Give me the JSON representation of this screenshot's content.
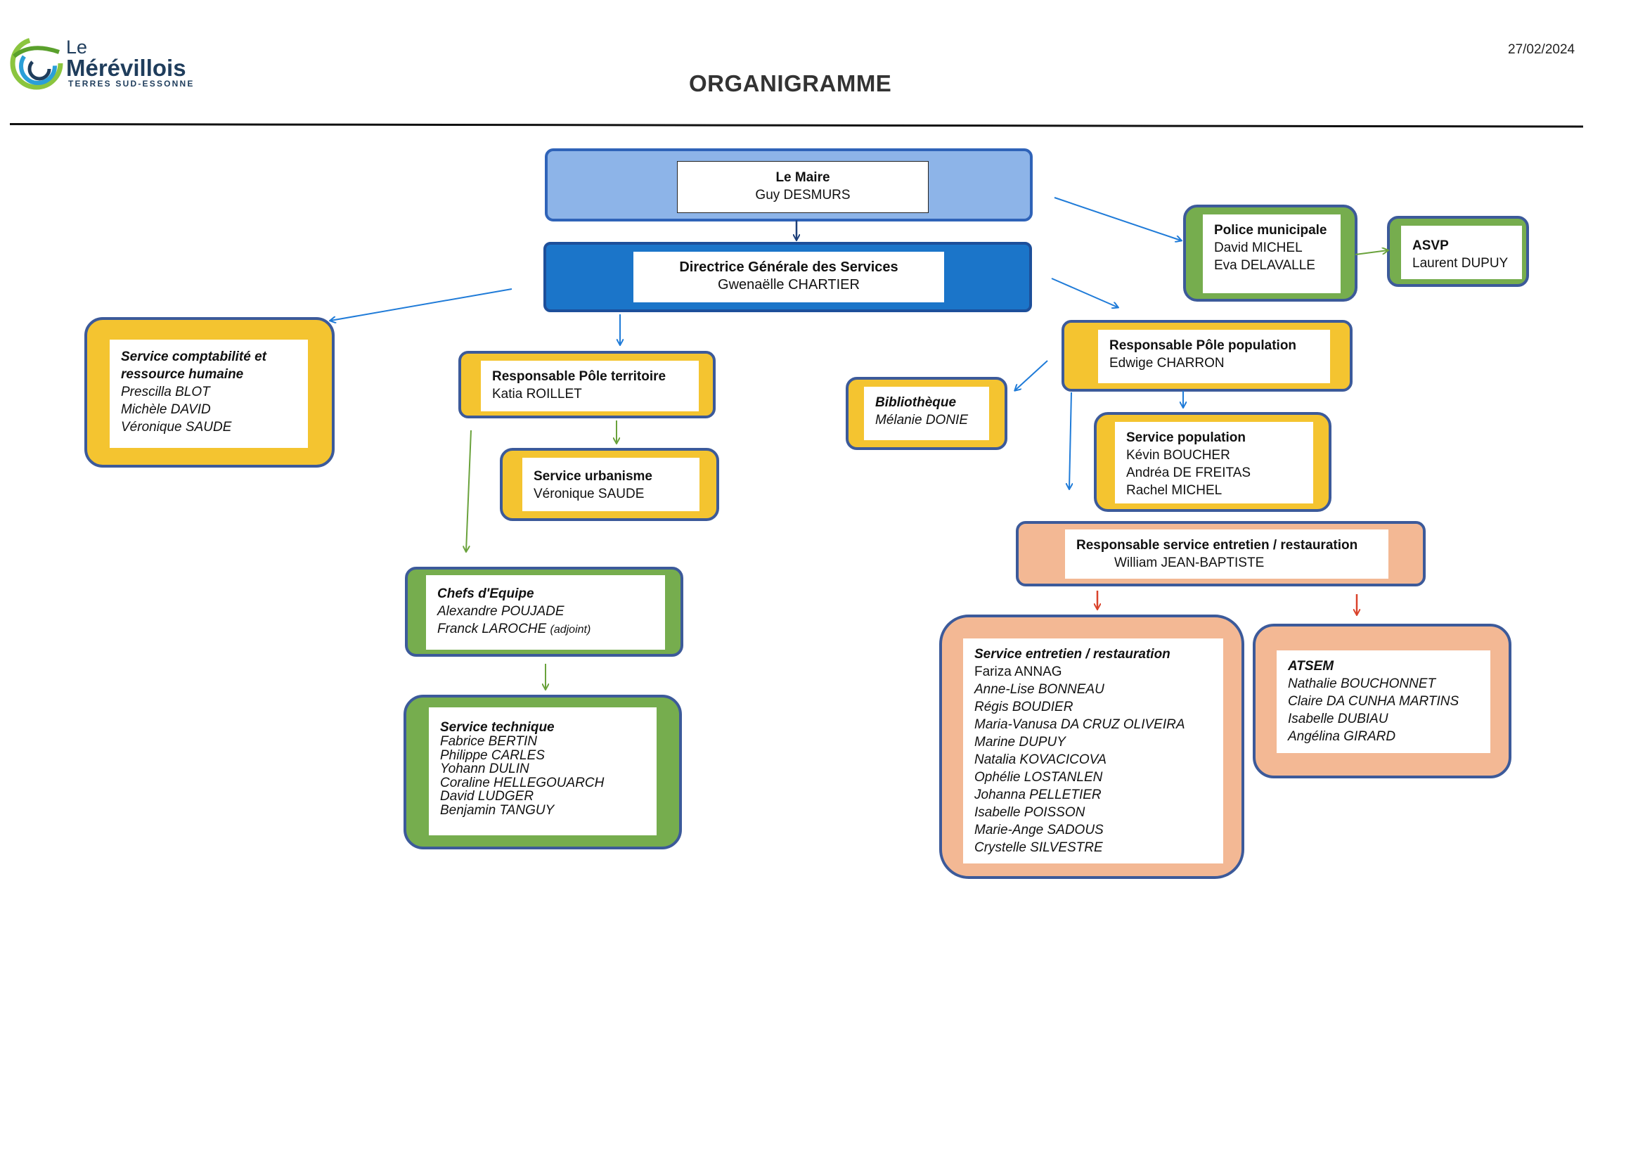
{
  "header": {
    "logo": {
      "le": "Le",
      "name": "Mérévillois",
      "sub": "TERRES SUD-ESSONNE"
    },
    "title": "ORGANIGRAMME",
    "date": "27/02/2024"
  },
  "colors": {
    "maire": "#8db4e8",
    "dgs": "#1b75c9",
    "yellow": "#f4c430",
    "green": "#76ad4e",
    "salmon": "#f3b894",
    "arrow_blue": "#1f7bd8",
    "arrow_green": "#6aa23c",
    "arrow_red": "#d9422b"
  },
  "nodes": {
    "maire": {
      "title": "Le Maire",
      "members": [
        "Guy DESMURS"
      ]
    },
    "dgs": {
      "title": "Directrice Générale des Services",
      "members": [
        "Gwenaëlle CHARTIER"
      ]
    },
    "police": {
      "title": "Police municipale",
      "members": [
        "David MICHEL",
        "Eva DELAVALLE"
      ]
    },
    "asvp": {
      "title": "ASVP",
      "members": [
        "Laurent DUPUY"
      ]
    },
    "compta": {
      "title_lines": [
        "Service comptabilité et",
        "ressource humaine"
      ],
      "members": [
        "Prescilla BLOT",
        "Michèle DAVID",
        "Véronique SAUDE"
      ]
    },
    "pole_territoire": {
      "title": "Responsable Pôle territoire",
      "members": [
        "Katia ROILLET"
      ]
    },
    "urbanisme": {
      "title": "Service urbanisme",
      "members": [
        "Véronique SAUDE"
      ]
    },
    "chefs": {
      "title": "Chefs d'Equipe",
      "members": [
        "Alexandre POUJADE",
        "Franck LAROCHE"
      ],
      "note": "(adjoint)"
    },
    "technique": {
      "title": "Service technique",
      "members": [
        "Fabrice BERTIN",
        "Philippe CARLES",
        "Yohann DULIN",
        "Coraline HELLEGOUARCH",
        "David LUDGER",
        "Benjamin TANGUY"
      ]
    },
    "pole_population": {
      "title": "Responsable Pôle population",
      "members": [
        "Edwige CHARRON"
      ]
    },
    "bibliotheque": {
      "title": "Bibliothèque",
      "members": [
        "Mélanie DONIE"
      ]
    },
    "service_population": {
      "title": "Service population",
      "members": [
        "Kévin BOUCHER",
        "Andréa DE FREITAS",
        "Rachel MICHEL"
      ]
    },
    "resp_entretien": {
      "title": "Responsable service entretien / restauration",
      "members": [
        "William JEAN-BAPTISTE"
      ]
    },
    "entretien": {
      "title": "Service entretien / restauration",
      "members": [
        "Fariza ANNAG",
        "Anne-Lise BONNEAU",
        "Régis BOUDIER",
        "Maria-Vanusa DA CRUZ OLIVEIRA",
        "Marine DUPUY",
        "Natalia KOVACICOVA",
        "Ophélie LOSTANLEN",
        "Johanna PELLETIER",
        "Isabelle POISSON",
        "Marie-Ange SADOUS",
        "Crystelle SILVESTRE"
      ]
    },
    "atsem": {
      "title": "ATSEM",
      "members": [
        "Nathalie BOUCHONNET",
        "Claire DA CUNHA MARTINS",
        "Isabelle DUBIAU",
        "Angélina GIRARD"
      ]
    }
  }
}
